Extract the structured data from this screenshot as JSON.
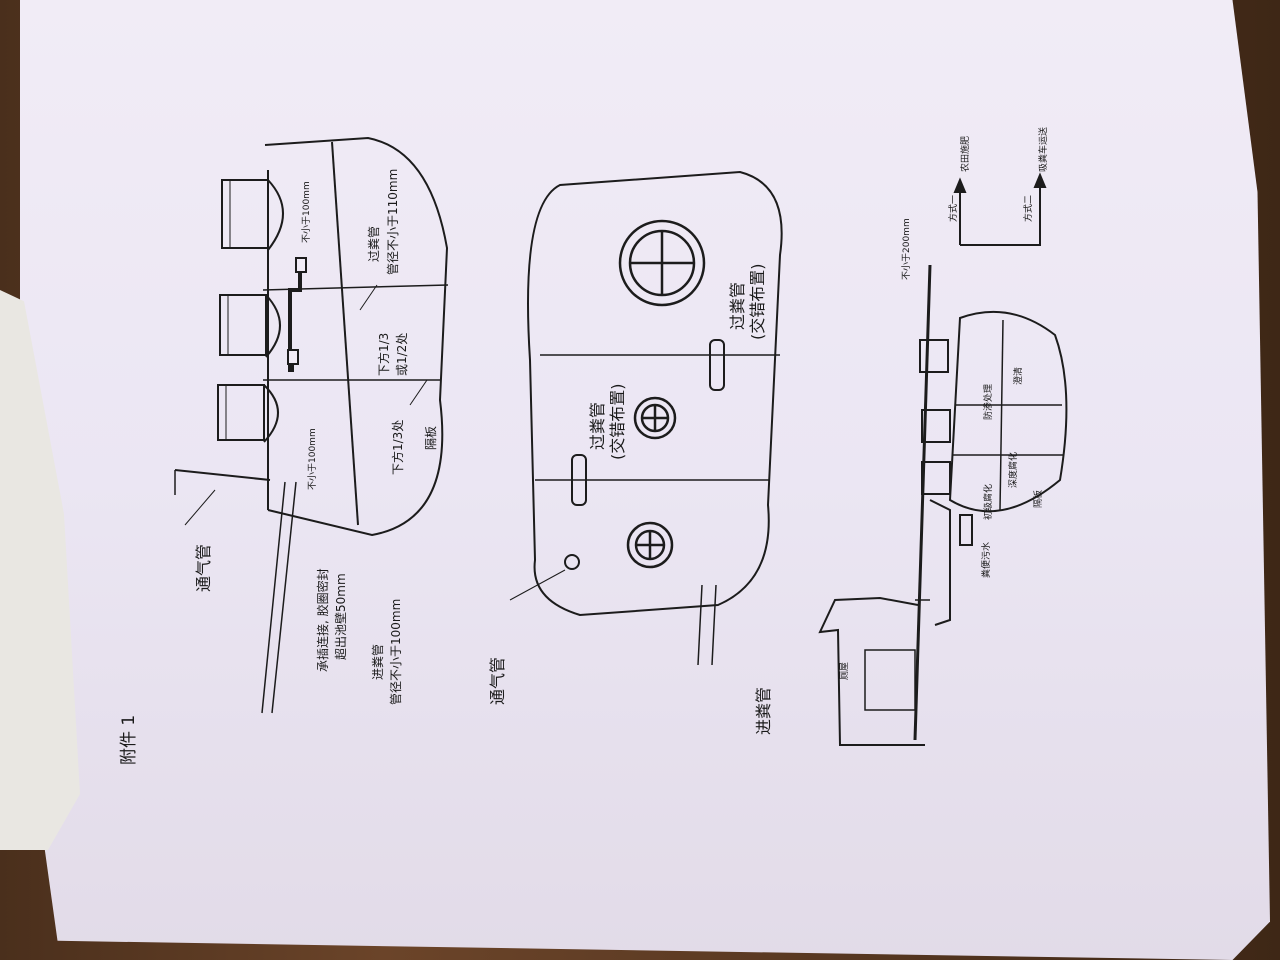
{
  "annex_title": "附件 1",
  "top_view": {
    "vent_pipe": "通气管",
    "not_less_100_a": "不小于100mm",
    "not_less_100_b": "不小于100mm",
    "transfer_pipe": "过粪管",
    "transfer_pipe_dia": "管径不小于110mm",
    "lower_third_or_half_a": "下方1/3",
    "lower_third_or_half_b": "或1/2处",
    "lower_third": "下方1/3处",
    "partition": "隔板",
    "socket_joint_a": "承插连接, 胶圈密封",
    "socket_joint_b": "超出池壁50mm",
    "inlet_pipe": "进粪管",
    "inlet_pipe_dia": "管径不小于100mm"
  },
  "plan_view": {
    "transfer_a_1": "过粪管",
    "transfer_a_2": "(交错布置)",
    "transfer_b_1": "过粪管",
    "transfer_b_2": "(交错布置)",
    "vent_pipe": "通气管",
    "inlet_pipe": "进粪管"
  },
  "flow_view": {
    "toilet": "厕屋",
    "sewage": "粪便污水",
    "primary_digestion": "初级腐化",
    "deep_digestion": "深度腐化",
    "partition": "隔板",
    "seepage_treatment": "防渗处理",
    "clarify": "澄清",
    "not_less_200": "不小于200mm",
    "method_one": "方式一",
    "method_two": "方式二",
    "farmland": "农田施肥",
    "suction_truck": "吸粪车运送"
  }
}
